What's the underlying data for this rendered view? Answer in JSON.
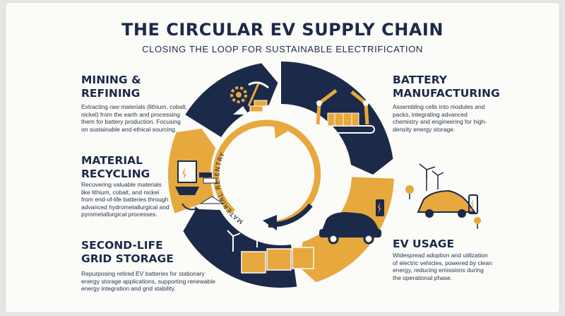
{
  "header": {
    "title": "THE CIRCULAR EV SUPPLY CHAIN",
    "subtitle": "CLOSING THE LOOP FOR SUSTAINABLE ELECTRIFICATION"
  },
  "stages": {
    "mining": {
      "title_line1": "MINING &",
      "title_line2": "REFINING",
      "desc_lines": [
        "Extracting raw materials (lithium, cobalt,",
        "nickel) from the earth and processing",
        "them for battery production. Focusing",
        "on sustainable and ethical sourcing."
      ]
    },
    "manufacturing": {
      "title_line1": "BATTERY",
      "title_line2": "MANUFACTURING",
      "desc_lines": [
        "Assembling cells into modules and",
        "packs, integrating advanced",
        "chemistry and engineering for high-",
        "density energy storage."
      ]
    },
    "recycling": {
      "title_line1": "MATERIAL",
      "title_line2": "RECYCLING",
      "desc_lines": [
        "Recovering valuable materials",
        "like lithium, cobalt, and nickel",
        "from end-of-life batteries through",
        "advanced hydrometallurgical and",
        "pyrometallurgical processes."
      ]
    },
    "usage": {
      "title_line1": "EV USAGE",
      "desc_lines": [
        "Widespread adoption and utilization",
        "of electric vehicles, powered by clean",
        "energy, reducing emissions during",
        "the operational phase."
      ]
    },
    "storage": {
      "title_line1": "SECOND-LIFE",
      "title_line2": "GRID STORAGE",
      "desc_lines": [
        "Repurposing retired EV batteries for stationary",
        "energy storage applications, supporting renewable",
        "energy integration and grid stability."
      ]
    }
  },
  "inner_label": "MATERIAL RE-ENTRY",
  "colors": {
    "navy": "#1c2a4a",
    "gold": "#e7a83e",
    "background": "#fbfbf8"
  }
}
